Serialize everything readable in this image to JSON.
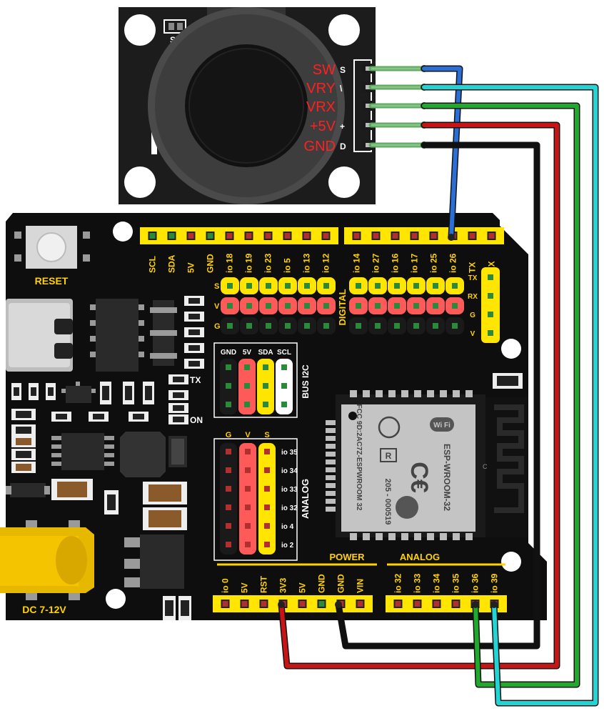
{
  "joystick": {
    "pins": [
      "SW",
      "VRY",
      "VRX",
      "+5V",
      "GND"
    ],
    "silk_partial": "SW"
  },
  "board": {
    "reset_label": "RESET",
    "dc_label": "DC 7-12V",
    "tx_led": "TX",
    "on_led": "ON",
    "top_header_left": [
      "SCL",
      "SDA",
      "5V",
      "GND",
      "io 18",
      "io 19",
      "io 23",
      "io 5",
      "io 13",
      "io 12"
    ],
    "top_header_right": [
      "io 14",
      "io 27",
      "io 16",
      "io 17",
      "io 25",
      "io 26",
      "TX",
      "RX"
    ],
    "svg_rows": [
      "S",
      "V",
      "G"
    ],
    "digital_label": "DIGITAL",
    "uart_labels": [
      "TX",
      "RX",
      "G",
      "V"
    ],
    "i2c_headers": [
      "GND",
      "5V",
      "SDA",
      "SCL"
    ],
    "i2c_label": "BUS I2C",
    "analog_block_headers": [
      "G",
      "V",
      "S"
    ],
    "analog_block_pins": [
      "io 35",
      "io 34",
      "io 33",
      "io 32",
      "io 4",
      "io 2"
    ],
    "analog_label": "ANALOG",
    "power_label": "POWER",
    "power_pins": [
      "io 0",
      "5V",
      "RST",
      "3V3",
      "5V",
      "GND",
      "GND",
      "VIN"
    ],
    "analog_bottom_label": "ANALOG",
    "analog_bottom_pins": [
      "io 32",
      "io 33",
      "io 34",
      "io 35",
      "io 36",
      "io 39"
    ],
    "module": {
      "brand": "Wi Fi",
      "name": "ESP-WROOM-32",
      "fcc": "FCC 9D:2AC7Z-ESPWROOM 32",
      "cert": "205 - 000519",
      "r_mark": "R",
      "antenna_mark": "C"
    }
  },
  "wire_colors": {
    "sw": "#2a6fd6",
    "vry": "#22d4d4",
    "vrx": "#1faa2e",
    "vcc": "#c81414",
    "gnd": "#111111"
  }
}
